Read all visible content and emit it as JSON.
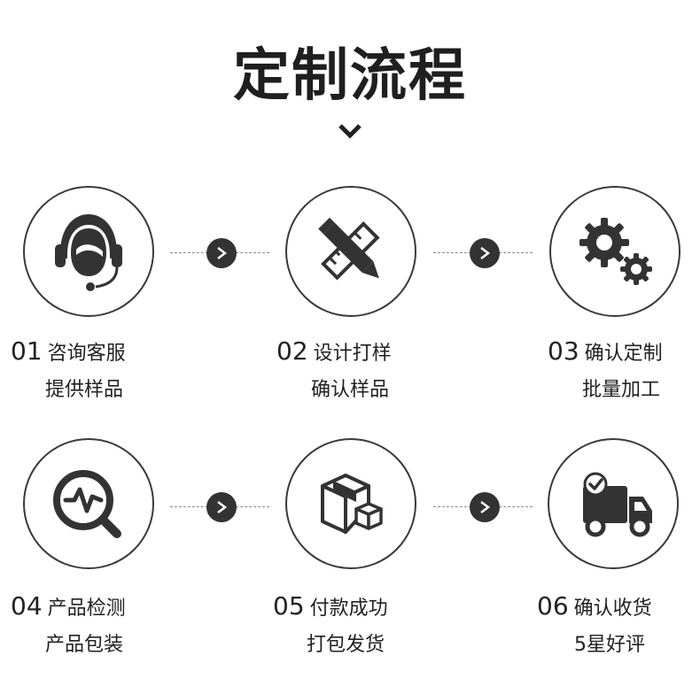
{
  "title": "定制流程",
  "steps": [
    {
      "num": "01",
      "line1": "咨询客服",
      "line2": "提供样品",
      "icon": "headset-support-icon"
    },
    {
      "num": "02",
      "line1": "设计打样",
      "line2": "确认样品",
      "icon": "pencil-ruler-icon"
    },
    {
      "num": "03",
      "line1": "确认定制",
      "line2": "批量加工",
      "icon": "gears-icon"
    },
    {
      "num": "04",
      "line1": "产品检测",
      "line2": "产品包装",
      "icon": "inspection-magnifier-icon"
    },
    {
      "num": "05",
      "line1": "付款成功",
      "line2": "打包发货",
      "icon": "package-boxes-icon"
    },
    {
      "num": "06",
      "line1": "确认收货",
      "line2": "5星好评",
      "icon": "delivery-truck-icon"
    }
  ],
  "colors": {
    "dark": "#333333",
    "text": "#222222",
    "border": "#3a3a3a",
    "dash": "#8a8a8a"
  }
}
